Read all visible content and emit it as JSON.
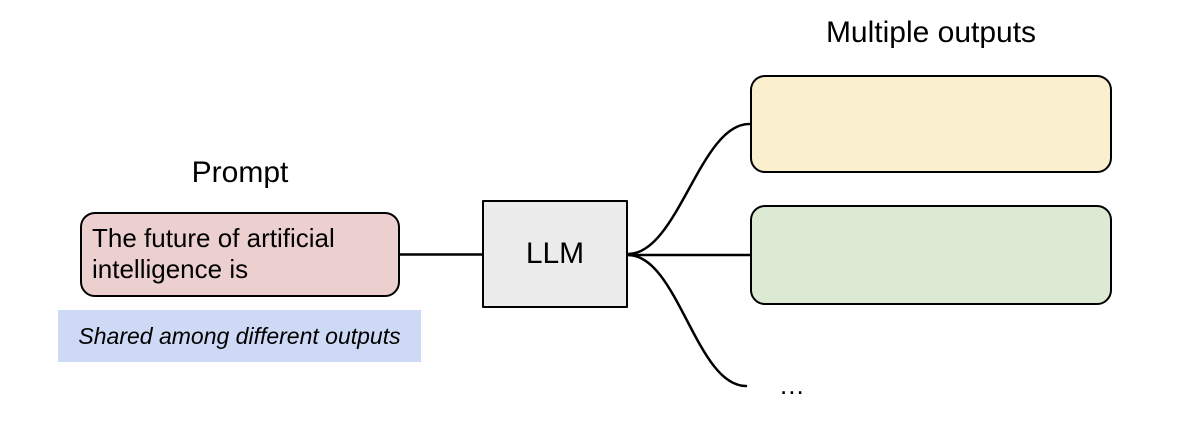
{
  "colors": {
    "background": "#ffffff",
    "stroke": "#000000",
    "text": "#000000",
    "prompt_fill": "#ecd0d0",
    "note_fill": "#cdd9f5",
    "llm_fill": "#ececec",
    "output1_fill": "#faf0d0",
    "output2_fill": "#dcead3"
  },
  "labels": {
    "prompt_title": "Prompt",
    "outputs_title": "Multiple outputs",
    "llm": "LLM",
    "ellipsis": "..."
  },
  "prompt_box": {
    "text": "The future of artificial intelligence is",
    "lines": [
      "The future of artificial",
      "intelligence is"
    ]
  },
  "note": {
    "text": "Shared among different outputs"
  }
}
